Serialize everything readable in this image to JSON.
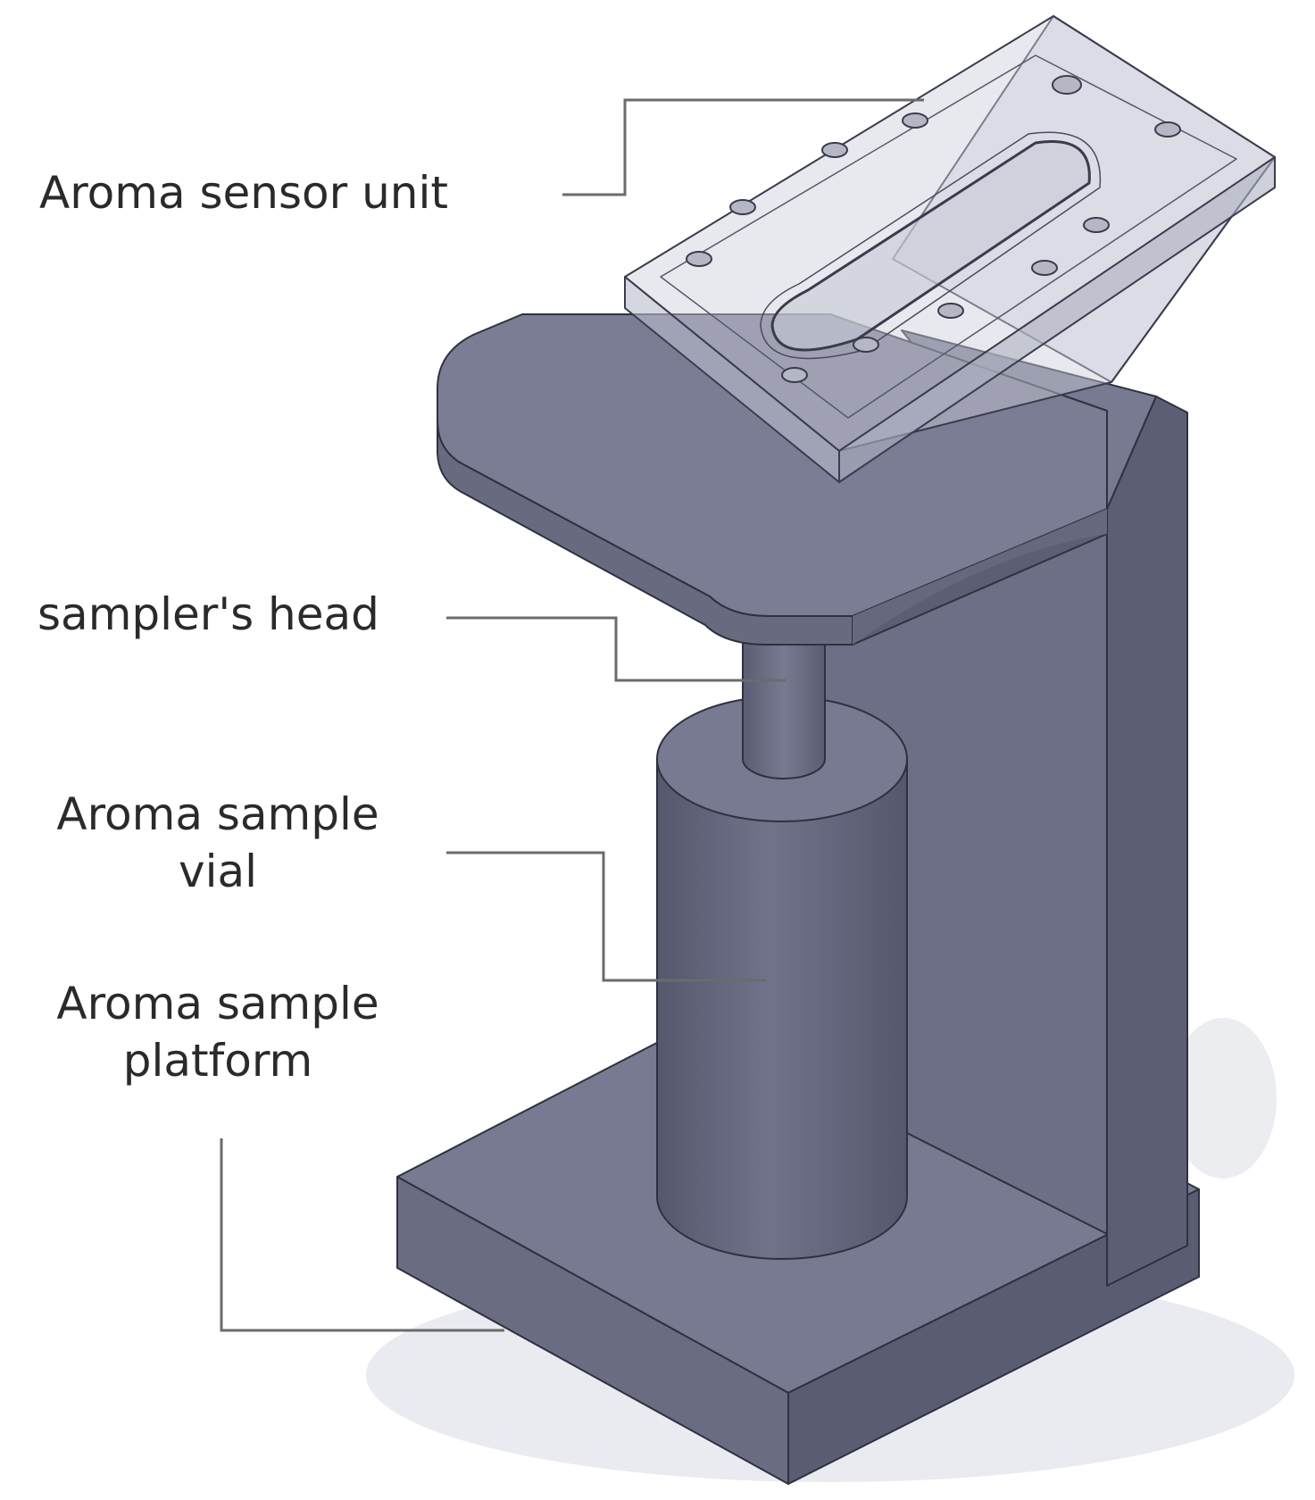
{
  "labels": {
    "sensor_unit": "Aroma sensor unit",
    "samplers_head": "sampler's head",
    "sample_vial": [
      "Aroma sample",
      "vial"
    ],
    "sample_platform": [
      "Aroma sample",
      "platform"
    ]
  },
  "colors": {
    "body_face": "#6c6f85",
    "body_face_dark": "#5c5f74",
    "top_face": "#777a91",
    "edge": "#2f3140",
    "leader_line": "#6b6b6b",
    "acrylic": "#cfd1dc"
  }
}
